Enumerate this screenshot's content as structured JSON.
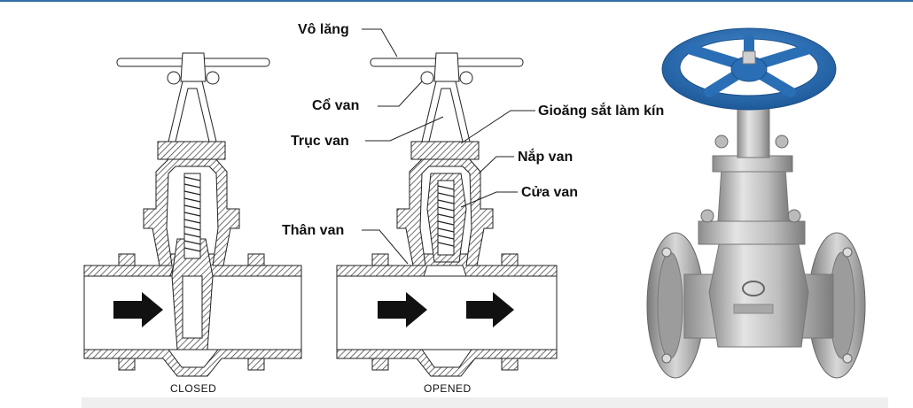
{
  "captions": {
    "closed": "CLOSED",
    "opened": "OPENED"
  },
  "labels": {
    "handwheel": "Vô lăng",
    "neck": "Cổ van",
    "stem": "Trục van",
    "gland_seal": "Gioăng sắt làm kín",
    "bonnet": "Nắp van",
    "gate": "Cửa van",
    "body": "Thân van"
  },
  "colors": {
    "hatch": "#333333",
    "arrow": "#111111",
    "handwheel_blue": "#2a6fb5",
    "steel": "#c9c9c9"
  }
}
